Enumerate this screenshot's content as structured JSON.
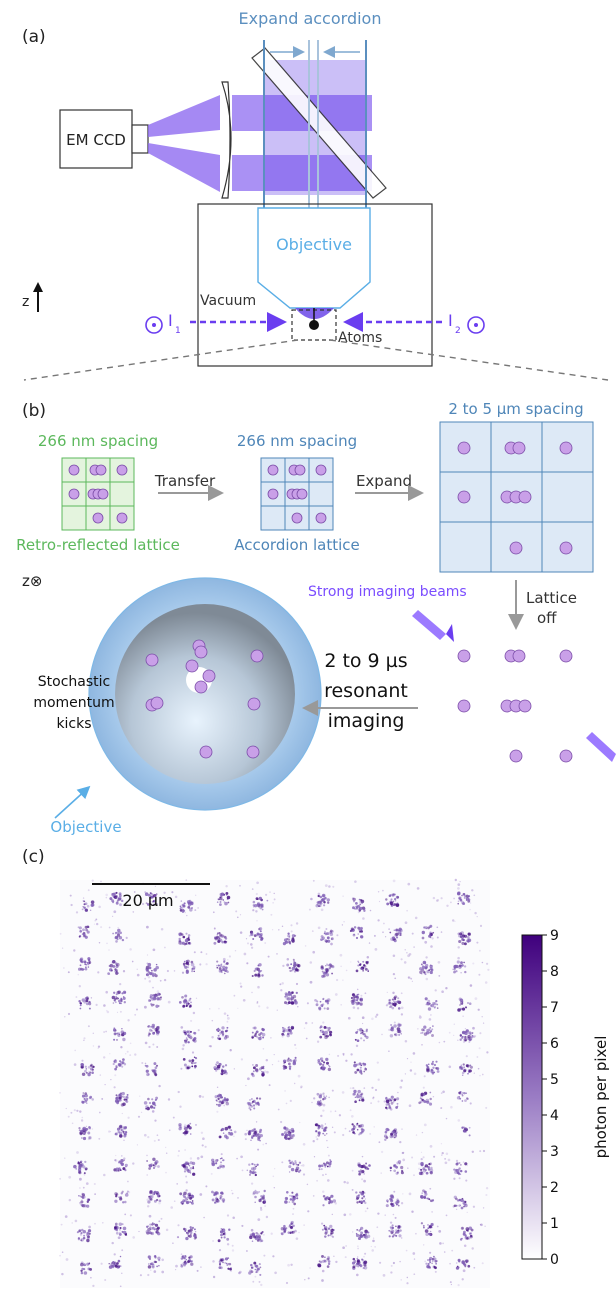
{
  "panels": {
    "a": "(a)",
    "b": "(b)",
    "c": "(c)"
  },
  "panel_a": {
    "expand_accordion": "Expand accordion",
    "camera": "EM CCD",
    "objective": "Objective",
    "vacuum": "Vacuum",
    "atoms": "Atoms",
    "z_axis": "z",
    "beam_left": "I",
    "beam_left_sub": "1",
    "beam_right": "I",
    "beam_right_sub": "2"
  },
  "panel_b": {
    "spacing_small_green": "266 nm spacing",
    "retro_lattice": "Retro-reflected lattice",
    "transfer": "Transfer",
    "spacing_small_blue": "266 nm spacing",
    "accordion_lattice": "Accordion lattice",
    "expand": "Expand",
    "spacing_large": "2 to 5 µm spacing",
    "lattice_off_1": "Lattice",
    "lattice_off_2": "off",
    "strong_beams": "Strong imaging beams",
    "z_axis": "z⊗",
    "kicks_1": "Stochastic",
    "kicks_2": "momentum",
    "kicks_3": "kicks",
    "imaging_1": "2 to 9 µs",
    "imaging_2": "resonant",
    "imaging_3": "imaging",
    "objective": "Objective"
  },
  "panel_c": {
    "scale_bar": "20 µm",
    "colorbar_label": "photon per pixel",
    "colorbar_ticks": [
      "0",
      "1",
      "2",
      "3",
      "4",
      "5",
      "6",
      "7",
      "8",
      "9"
    ],
    "colorbar_min": 0,
    "colorbar_max": 9,
    "colorbar_colors": [
      "#ffffff",
      "#3f007d"
    ]
  },
  "colors": {
    "green": "#5cb85c",
    "blue_text": "#4f86b8",
    "light_blue": "#5aaee6",
    "purple": "#7b4dff",
    "atom": "#c9a0e8"
  }
}
